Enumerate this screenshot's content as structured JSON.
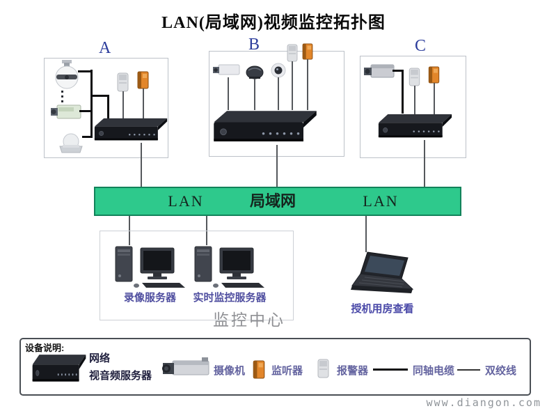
{
  "title": "LAN(局域网)视频监控拓扑图",
  "sections": {
    "a": {
      "label": "A"
    },
    "b": {
      "label": "B"
    },
    "c": {
      "label": "C"
    }
  },
  "lan_bar": {
    "lan_left": "LAN",
    "center": "局域网",
    "lan_right": "LAN"
  },
  "monitoring_center": {
    "recording_server": "录像服务器",
    "realtime_server": "实时监控服务器",
    "title": "监控中心"
  },
  "remote_view": {
    "label": "授机用房查看"
  },
  "legend": {
    "title": "设备说明:",
    "network_server_line1": "网络",
    "network_server_line2": "视音频服务器",
    "camera": "摄像机",
    "listener": "监听器",
    "alarm": "报警器",
    "coaxial_cable": "同轴电缆",
    "twisted_pair": "双绞线"
  },
  "watermark": "www.diangon.com",
  "colors": {
    "lan_bar_green": "#2ec98c",
    "section_label_blue": "#2c3d9c",
    "device_label_purple": "#504fa0",
    "center_title_gray": "#8f9094",
    "listener_orange": "#e2862a"
  }
}
